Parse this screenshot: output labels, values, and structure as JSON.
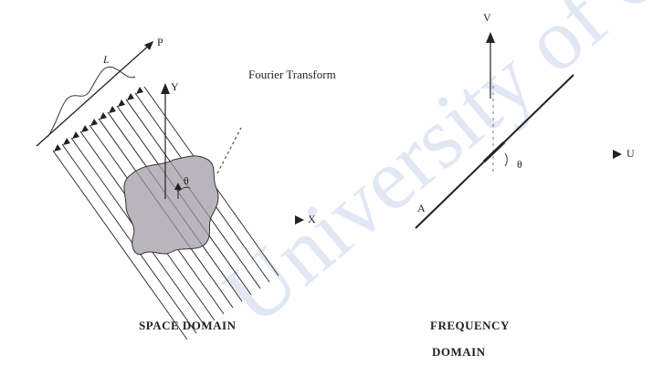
{
  "labels": {
    "transform": "Fourier Transform",
    "space_caption": "SPACE DOMAIN",
    "frequency_caption_line1": "FREQUENCY",
    "frequency_caption_line2": "DOMAIN",
    "space_y_axis": "Y",
    "space_x_axis": "X",
    "projection_axis": "P",
    "projection_symbol": "L",
    "space_angle": "θ",
    "freq_v_axis": "V",
    "freq_u_axis": "U",
    "freq_angle": "θ",
    "freq_line_end": "A"
  },
  "colors": {
    "ink": "#222222",
    "object_fill": "#b9b5bd",
    "watermark": "#c9d4ea"
  },
  "watermark_text": "University of Cape Town"
}
